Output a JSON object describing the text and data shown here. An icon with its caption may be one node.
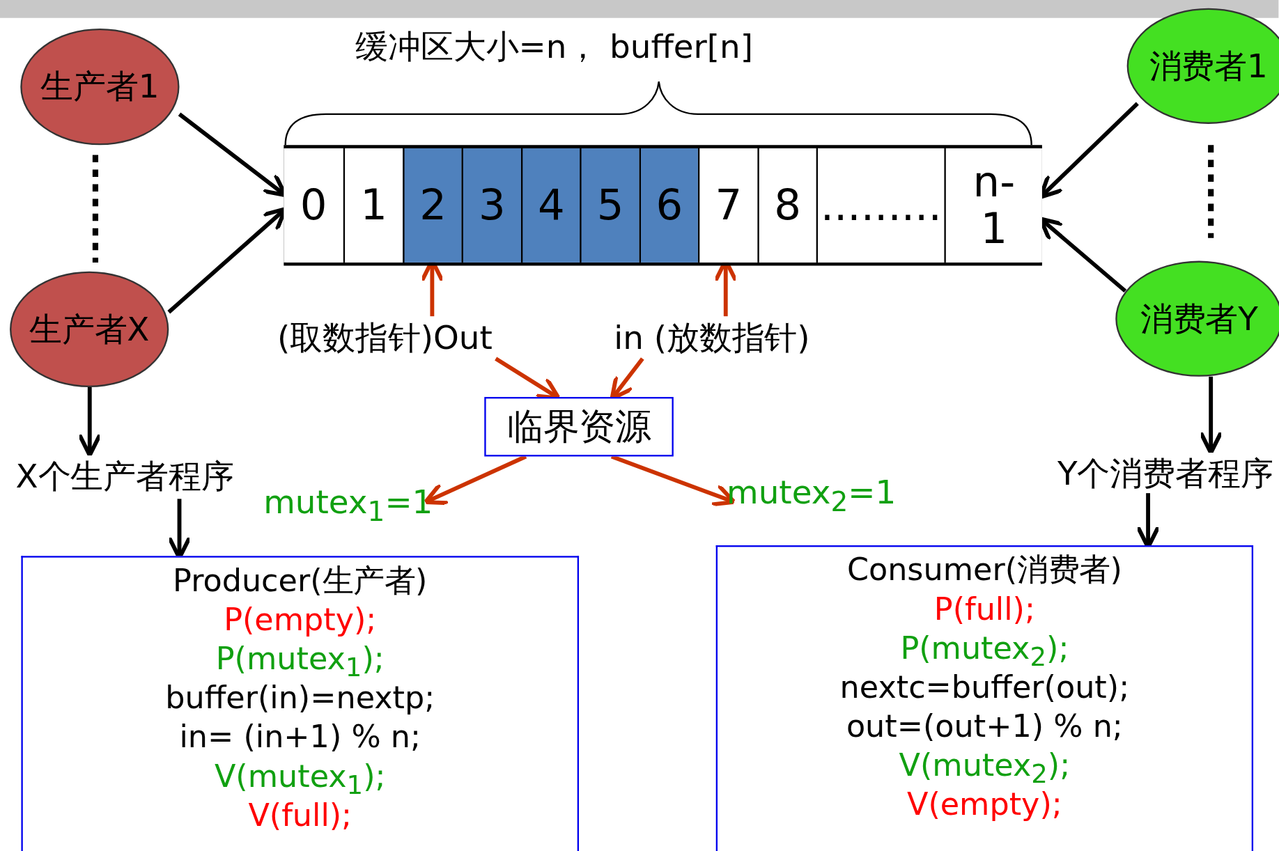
{
  "diagram": {
    "nodes": [
      {
        "text": [
          "生产者1"
        ]
      },
      {
        "text": [
          "生产者X"
        ]
      },
      {
        "text": [
          "缓冲区大小=n， buffer[n]"
        ]
      },
      {
        "text": [
          "0"
        ],
        "in": 2
      },
      {
        "text": [
          "1"
        ],
        "in": 2
      },
      {
        "text": [
          "2"
        ],
        "in": 2
      },
      {
        "text": [
          "3"
        ],
        "in": 2
      },
      {
        "text": [
          "4"
        ],
        "in": 2
      },
      {
        "text": [
          "5"
        ],
        "in": 2
      },
      {
        "text": [
          "6"
        ],
        "in": 2
      },
      {
        "text": [
          "7"
        ],
        "in": 2
      },
      {
        "text": [
          "8"
        ],
        "in": 2
      },
      {
        "text": [
          "........."
        ],
        "in": 2
      },
      {
        "text": [
          "n- 1"
        ],
        "in": 2
      },
      {
        "text": [
          "消费者1"
        ]
      },
      {
        "text": [
          "消费者Y"
        ]
      },
      {
        "text": [
          "(取数指针)Out"
        ]
      },
      {
        "text": [
          "in (放数指针)"
        ]
      },
      {
        "text": [
          "临界资源"
        ]
      },
      {
        "text": [
          "X个生产者程序"
        ]
      },
      {
        "text": [
          "mutex$_{1}$=1"
        ]
      },
      {
        "text": [
          "mutex$_{2}$=1"
        ]
      },
      {
        "text": [
          "Y个消费者程序"
        ]
      },
      {
        "text": [
          "Producer(生产者)",
          "P(empty);",
          "P(mutex$_{1}$);",
          "buffer(in)=nextp;",
          "in= (in+1) % n;",
          "V(mutex$_{1}$);",
          "V(full);"
        ]
      },
      {
        "text": [
          "Consumer(消费者)",
          "P(full);",
          "P(mutex$_{2}$);",
          "nextc=buffer(out);",
          "out=(out+1) % n;",
          "V(mutex$_{2}$);",
          "V(empty);"
        ]
      }
    ],
    "edges": [
      {
        "from": 0,
        "to": 2,
        "arrow": "to",
        "color": "#000000"
      },
      {
        "from": 1,
        "to": 2,
        "arrow": "to",
        "color": "#000000"
      },
      {
        "from": 14,
        "to": 2,
        "arrow": "to",
        "color": "#000000"
      },
      {
        "from": 15,
        "to": 2,
        "arrow": "to",
        "color": "#000000"
      },
      {
        "from": 16,
        "to": 5,
        "arrow": "to",
        "color": "#cc3300"
      },
      {
        "from": 17,
        "to": 10,
        "arrow": "to",
        "color": "#cc3300"
      },
      {
        "from": 16,
        "to": 18,
        "arrow": "to",
        "color": "#cc3300"
      },
      {
        "from": 17,
        "to": 18,
        "arrow": "to",
        "color": "#cc3300"
      },
      {
        "from": 18,
        "to": 20,
        "arrow": "to",
        "color": "#cc3300"
      },
      {
        "from": 18,
        "to": 21,
        "arrow": "to",
        "color": "#cc3300"
      },
      {
        "from": 1,
        "to": 19,
        "arrow": "to",
        "color": "#000000"
      },
      {
        "from": 19,
        "to": 23,
        "arrow": "to",
        "color": "#000000"
      },
      {
        "from": 15,
        "to": 22,
        "arrow": "to",
        "color": "#000000"
      },
      {
        "from": 22,
        "to": 24,
        "arrow": "to",
        "color": "#000000"
      }
    ]
  }
}
